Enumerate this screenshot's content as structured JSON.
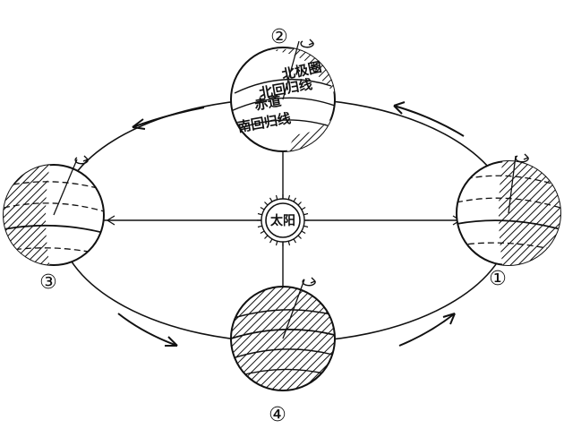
{
  "sun": {
    "label": "太阳"
  },
  "positions": [
    {
      "id": "1",
      "label": "①"
    },
    {
      "id": "2",
      "label": "②"
    },
    {
      "id": "3",
      "label": "③"
    },
    {
      "id": "4",
      "label": "④"
    }
  ],
  "latitudes": {
    "arctic_circle": "北极圈",
    "tropic_of_cancer": "北回归线",
    "equator": "赤道",
    "tropic_of_capricorn": "南回归线"
  },
  "icons": {
    "rotation": "rotation-arrow-icon",
    "orbit": "orbit-direction-arrow-icon",
    "sun": "sun-icon"
  },
  "colors": {
    "ink": "#111111",
    "background": "#ffffff"
  }
}
